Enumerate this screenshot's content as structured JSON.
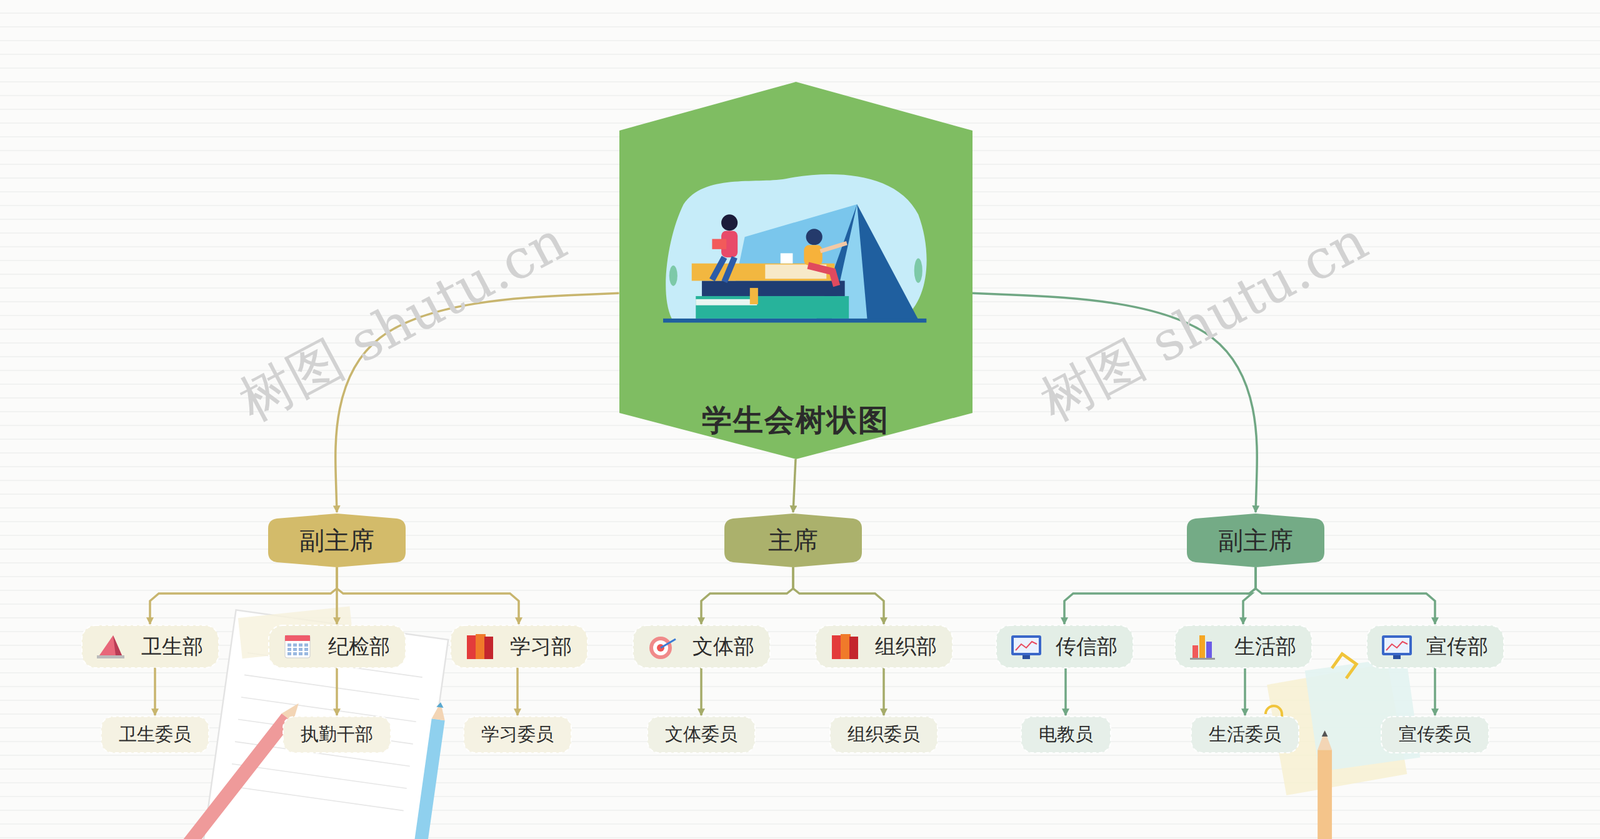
{
  "diagram": {
    "nodes": [
      {
        "text": [
          "学生会树状图"
        ]
      },
      {
        "text": [
          "副主席"
        ]
      },
      {
        "text": [
          "主席"
        ]
      },
      {
        "text": [
          "副主席"
        ]
      },
      {
        "text": [
          "卫生部"
        ]
      },
      {
        "text": [
          "纪检部"
        ]
      },
      {
        "text": [
          "学习部"
        ]
      },
      {
        "text": [
          "文体部"
        ]
      },
      {
        "text": [
          "组织部"
        ]
      },
      {
        "text": [
          "传信部"
        ]
      },
      {
        "text": [
          "生活部"
        ]
      },
      {
        "text": [
          "宣传部"
        ]
      },
      {
        "text": [
          "卫生委员"
        ]
      },
      {
        "text": [
          "执勤干部"
        ]
      },
      {
        "text": [
          "学习委员"
        ]
      },
      {
        "text": [
          "文体委员"
        ]
      },
      {
        "text": [
          "组织委员"
        ]
      },
      {
        "text": [
          "电教员"
        ]
      },
      {
        "text": [
          "生活委员"
        ]
      },
      {
        "text": [
          "宣传委员"
        ]
      }
    ],
    "edges": [
      {
        "from": 0,
        "to": 1,
        "arrow": "to"
      },
      {
        "from": 0,
        "to": 2,
        "arrow": "to"
      },
      {
        "from": 0,
        "to": 3,
        "arrow": "to"
      },
      {
        "from": 1,
        "to": 4,
        "arrow": "to"
      },
      {
        "from": 1,
        "to": 5,
        "arrow": "to"
      },
      {
        "from": 1,
        "to": 6,
        "arrow": "to"
      },
      {
        "from": 2,
        "to": 7,
        "arrow": "to"
      },
      {
        "from": 2,
        "to": 8,
        "arrow": "to"
      },
      {
        "from": 3,
        "to": 9,
        "arrow": "to"
      },
      {
        "from": 3,
        "to": 10,
        "arrow": "to"
      },
      {
        "from": 3,
        "to": 11,
        "arrow": "to"
      },
      {
        "from": 4,
        "to": 12,
        "arrow": "to"
      },
      {
        "from": 5,
        "to": 13,
        "arrow": "to"
      },
      {
        "from": 6,
        "to": 14,
        "arrow": "to"
      },
      {
        "from": 7,
        "to": 15,
        "arrow": "to"
      },
      {
        "from": 8,
        "to": 16,
        "arrow": "to"
      },
      {
        "from": 9,
        "to": 17,
        "arrow": "to"
      },
      {
        "from": 10,
        "to": 18,
        "arrow": "to"
      },
      {
        "from": 11,
        "to": 19,
        "arrow": "to"
      }
    ],
    "labels": [
      "树图 shutu.cn",
      "树图 shutu.cn"
    ]
  }
}
